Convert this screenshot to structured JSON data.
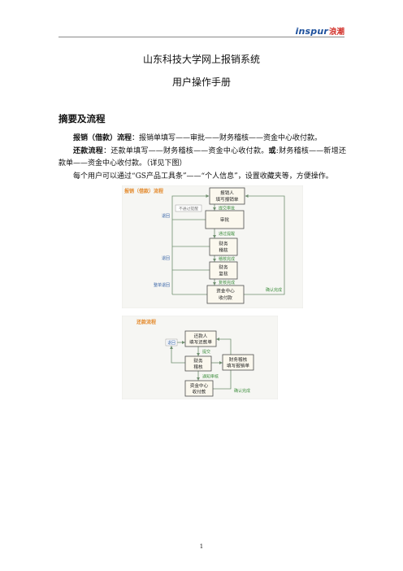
{
  "header": {
    "logo_latin": "inspur",
    "logo_cjk": "浪潮"
  },
  "document": {
    "title": "山东科技大学网上报销系统",
    "subtitle": "用户操作手册",
    "section_heading": "摘要及流程",
    "paragraphs": [
      {
        "segments": [
          "报销（借款）流程",
          "：报销单填写——审批——财务稽核——资金中心收付款。"
        ]
      },
      {
        "segments": [
          "还款流程",
          "：还款单填写——财务稽核——资金中心收付款。",
          "或",
          ":财务稽核——新增还款单——资金中心收付款。（详见下图）"
        ]
      },
      {
        "segments": [
          "每个用户可以通过“GS产品工具条”——“个人信息”，设置收藏夹等，方便操作。"
        ]
      }
    ]
  },
  "reimbursement_flow": {
    "title": "报销（借款）流程",
    "steps": [
      {
        "lines": [
          "报销人",
          "填写报销单"
        ]
      },
      {
        "lines": [
          "审批"
        ]
      },
      {
        "lines": [
          "财务",
          "稽核"
        ]
      },
      {
        "lines": [
          "财务",
          "复核"
        ]
      },
      {
        "lines": [
          "资金中心",
          "收付款"
        ]
      }
    ],
    "transitions": [
      "提交审批",
      "通过提醒",
      "稽核完成",
      "复核完成"
    ],
    "reject_notice": "不通过提醒",
    "return_labels": [
      "退回",
      "退回",
      "整单退回"
    ],
    "confirm_label": "确认完成"
  },
  "repayment_flow": {
    "title": "还款流程",
    "steps": [
      {
        "lines": [
          "还款人",
          "填写还款单"
        ]
      },
      {
        "lines": [
          "财务",
          "稽核"
        ]
      },
      {
        "lines": [
          "资金中心",
          "收付款"
        ]
      }
    ],
    "side_step": {
      "lines": [
        "财务稽核",
        "填写报销单"
      ]
    },
    "transitions": [
      "提交",
      "通知审核"
    ],
    "return_label": "退回",
    "confirm_label": "确认完成"
  },
  "footer": {
    "page_number": "1"
  },
  "colors": {
    "logo_blue": "#1c4f9c",
    "logo_red": "#d2322b",
    "flow_title": "#e48a2c",
    "transition_label": "#3f8f3f",
    "return_label": "#3a66a8"
  }
}
